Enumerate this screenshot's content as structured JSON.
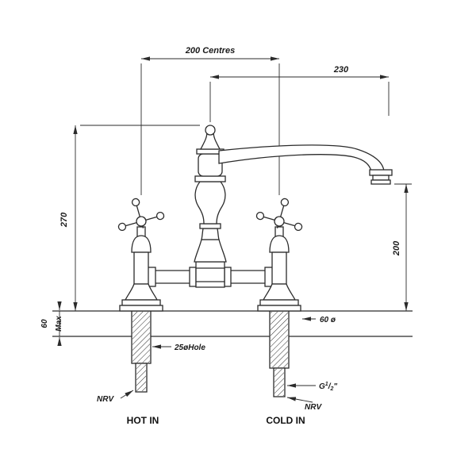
{
  "page": {
    "background": "#ffffff",
    "line_color": "#2b2b2b"
  },
  "drawing": {
    "dims": {
      "centres": "200 Centres",
      "reach": "230",
      "overall_height": "270",
      "spout_height": "200",
      "deck_thickness": "60",
      "deck_max": "Max",
      "hole": "25øHole",
      "base_diameter": "60 ø",
      "thread": {
        "prefix": "G",
        "sup": "1",
        "slash": "/",
        "sub": "2",
        "unit": "\""
      },
      "nrv_left": "NRV",
      "nrv_right": "NRV"
    },
    "labels": {
      "hot_in": "HOT IN",
      "cold_in": "COLD IN"
    }
  }
}
